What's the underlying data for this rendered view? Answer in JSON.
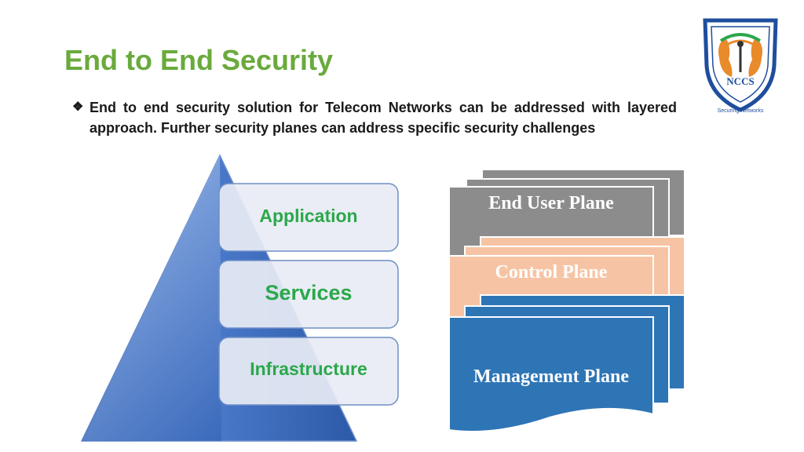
{
  "slide": {
    "title": "End to End Security",
    "bullet_mark": "❖",
    "bullet_text": "End to end security solution for Telecom Networks can be addressed with layered approach. Further security planes can address specific security challenges"
  },
  "logo": {
    "name": "NCCS",
    "tagline": "Securing Networks"
  },
  "layers": [
    {
      "label": "Application"
    },
    {
      "label": "Services"
    },
    {
      "label": "Infrastructure"
    }
  ],
  "planes": [
    {
      "label": "End User Plane",
      "color": "#8c8c8c",
      "text_color": "#ffffff"
    },
    {
      "label": "Control Plane",
      "color": "#f6c4a4",
      "text_color": "#ffffff"
    },
    {
      "label": "Management Plane",
      "color": "#2e75b6",
      "text_color": "#ffffff"
    }
  ],
  "colors": {
    "title": "#6aaa3d",
    "layer_text": "#2aa84a",
    "pyramid": "#4472c4"
  }
}
